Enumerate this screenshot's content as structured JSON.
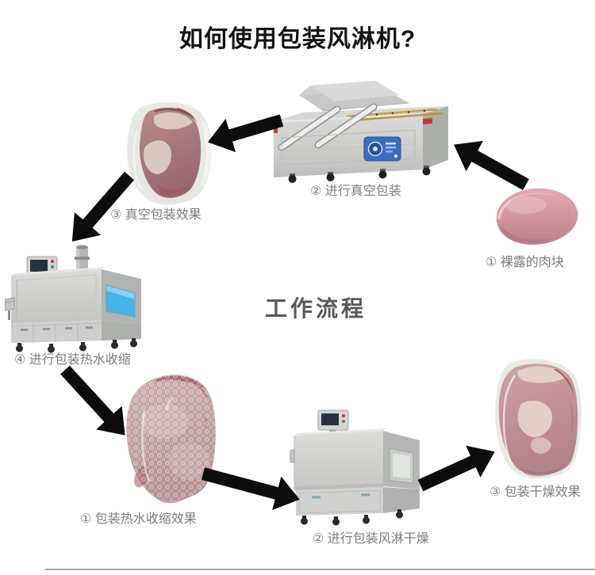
{
  "title": "如何使用包装风淋机?",
  "section_title": "工作流程",
  "steps": {
    "raw_meat": "① 裸露的肉块",
    "vacuum_packing": "② 进行真空包装",
    "vacuum_result": "③ 真空包装效果",
    "hot_water_shrink": "④ 进行包装热水收缩",
    "shrink_result": "① 包装热水收缩效果",
    "air_shower_drying": "② 进行包装风淋干燥",
    "drying_result": "③ 包装干燥效果"
  },
  "illustrations": {
    "vacuum_machine": "double-chamber-vacuum-packaging-machine",
    "shrink_machine": "hot-water-shrink-machine",
    "air_dry_machine": "air-shower-drying-machine",
    "raw_meat": "bare-pork-cut",
    "vacuum_meat": "vacuum-packed-pork",
    "shrink_meat": "shrink-wrapped-pork-with-droplets",
    "dried_meat": "dried-shrink-wrapped-pork"
  },
  "colors": {
    "title_text": "#141414",
    "label_text": "#7d7d7d",
    "section_text": "#595959",
    "arrow": "#0c0c0c",
    "machine_steel": "#cfd0ce",
    "control_panel_blue": "#3a6cc0",
    "curtain_blue": "#45b5e8",
    "meat_pink": "#d0949b"
  }
}
